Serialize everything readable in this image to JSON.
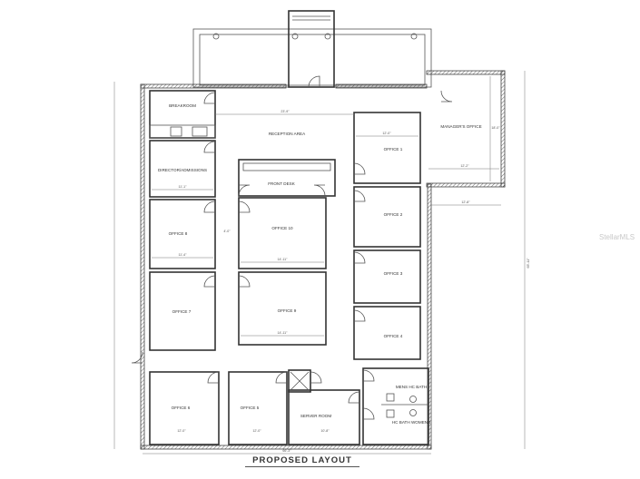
{
  "title": "PROPOSED LAYOUT",
  "watermark": "StellarMLS",
  "rooms": {
    "breakroom": "BREAKROOM",
    "director": "DIRECTOR/ADMISSIONS",
    "reception": "RECEPTION AREA",
    "front_desk": "FRONT DESK",
    "office1": "OFFICE 1",
    "office2": "OFFICE 2",
    "office3": "OFFICE 3",
    "office4": "OFFICE 4",
    "office5": "OFFICE 5",
    "office6": "OFFICE 6",
    "office7": "OFFICE 7",
    "office8": "OFFICE 8",
    "office9": "OFFICE 9",
    "office10": "OFFICE 10",
    "managers_office": "MANAGER'S OFFICE",
    "server_room": "SERVER ROOM",
    "mens_bath": "MENS HC BATH",
    "womens_bath": "HC BATH WOMENS"
  },
  "dimensions": {
    "reception_width": "23'-9\"",
    "office1_width": "12'-0\"",
    "managers_width": "12'-2\"",
    "managers_depth": "18'-0\"",
    "managers_offset": "12'-8\"",
    "office10_width": "14'-11\"",
    "office9_width": "14'-11\"",
    "office8_width": "11'-4\"",
    "director_width": "11'-1\"",
    "office6_width": "12'-0\"",
    "office5_width": "12'-0\"",
    "server_width": "10'-8\"",
    "overall_width": "66'-3\"",
    "overall_depth": "65'-11\"",
    "corridor": "4'-0\""
  }
}
